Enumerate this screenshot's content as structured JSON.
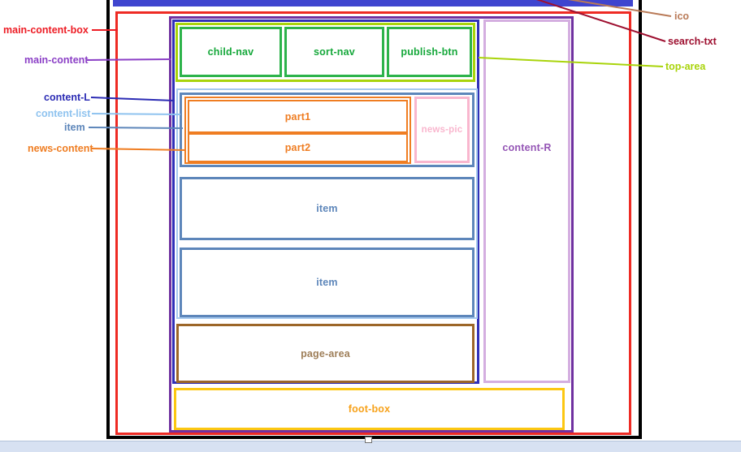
{
  "diagram": {
    "annotations_left": [
      {
        "text": "main-content-box",
        "color": "#ed1c24"
      },
      {
        "text": "main-content",
        "color": "#8b3fc6"
      },
      {
        "text": "content-L",
        "color": "#2b2bb4"
      },
      {
        "text": "content-list",
        "color": "#8fc3ef"
      },
      {
        "text": "item",
        "color": "#5d86ba"
      },
      {
        "text": "news-content",
        "color": "#ef7d22"
      }
    ],
    "annotations_right": [
      {
        "text": "ico",
        "color": "#b97a57"
      },
      {
        "text": "search-txt",
        "color": "#9e1030"
      },
      {
        "text": "top-area",
        "color": "#a9d40b"
      }
    ],
    "box_labels": {
      "child_nav": "child-nav",
      "sort_nav": "sort-nav",
      "publish_btn": "publish-btn",
      "part1": "part1",
      "part2": "part2",
      "news_pic": "news-pic",
      "item_2": "item",
      "item_3": "item",
      "content_r": "content-R",
      "page_area": "page-area",
      "foot_box": "foot-box"
    },
    "frame_colors": {
      "outer": "#000000",
      "top_bar": "#3f45cf",
      "main_content_box": "#ee2b24",
      "main_content": "#7031a0",
      "content_l": "#3030b8",
      "top_area": "#a9d40b",
      "nav_green": "#2db34b",
      "content_list": "#a6c9ee",
      "item": "#5d86ba",
      "news_content": "#ef7d22",
      "news_pic": "#f9b6ce",
      "content_r": "#d4aee0",
      "page_area": "#9c6628",
      "foot_box": "#fcc712"
    }
  }
}
